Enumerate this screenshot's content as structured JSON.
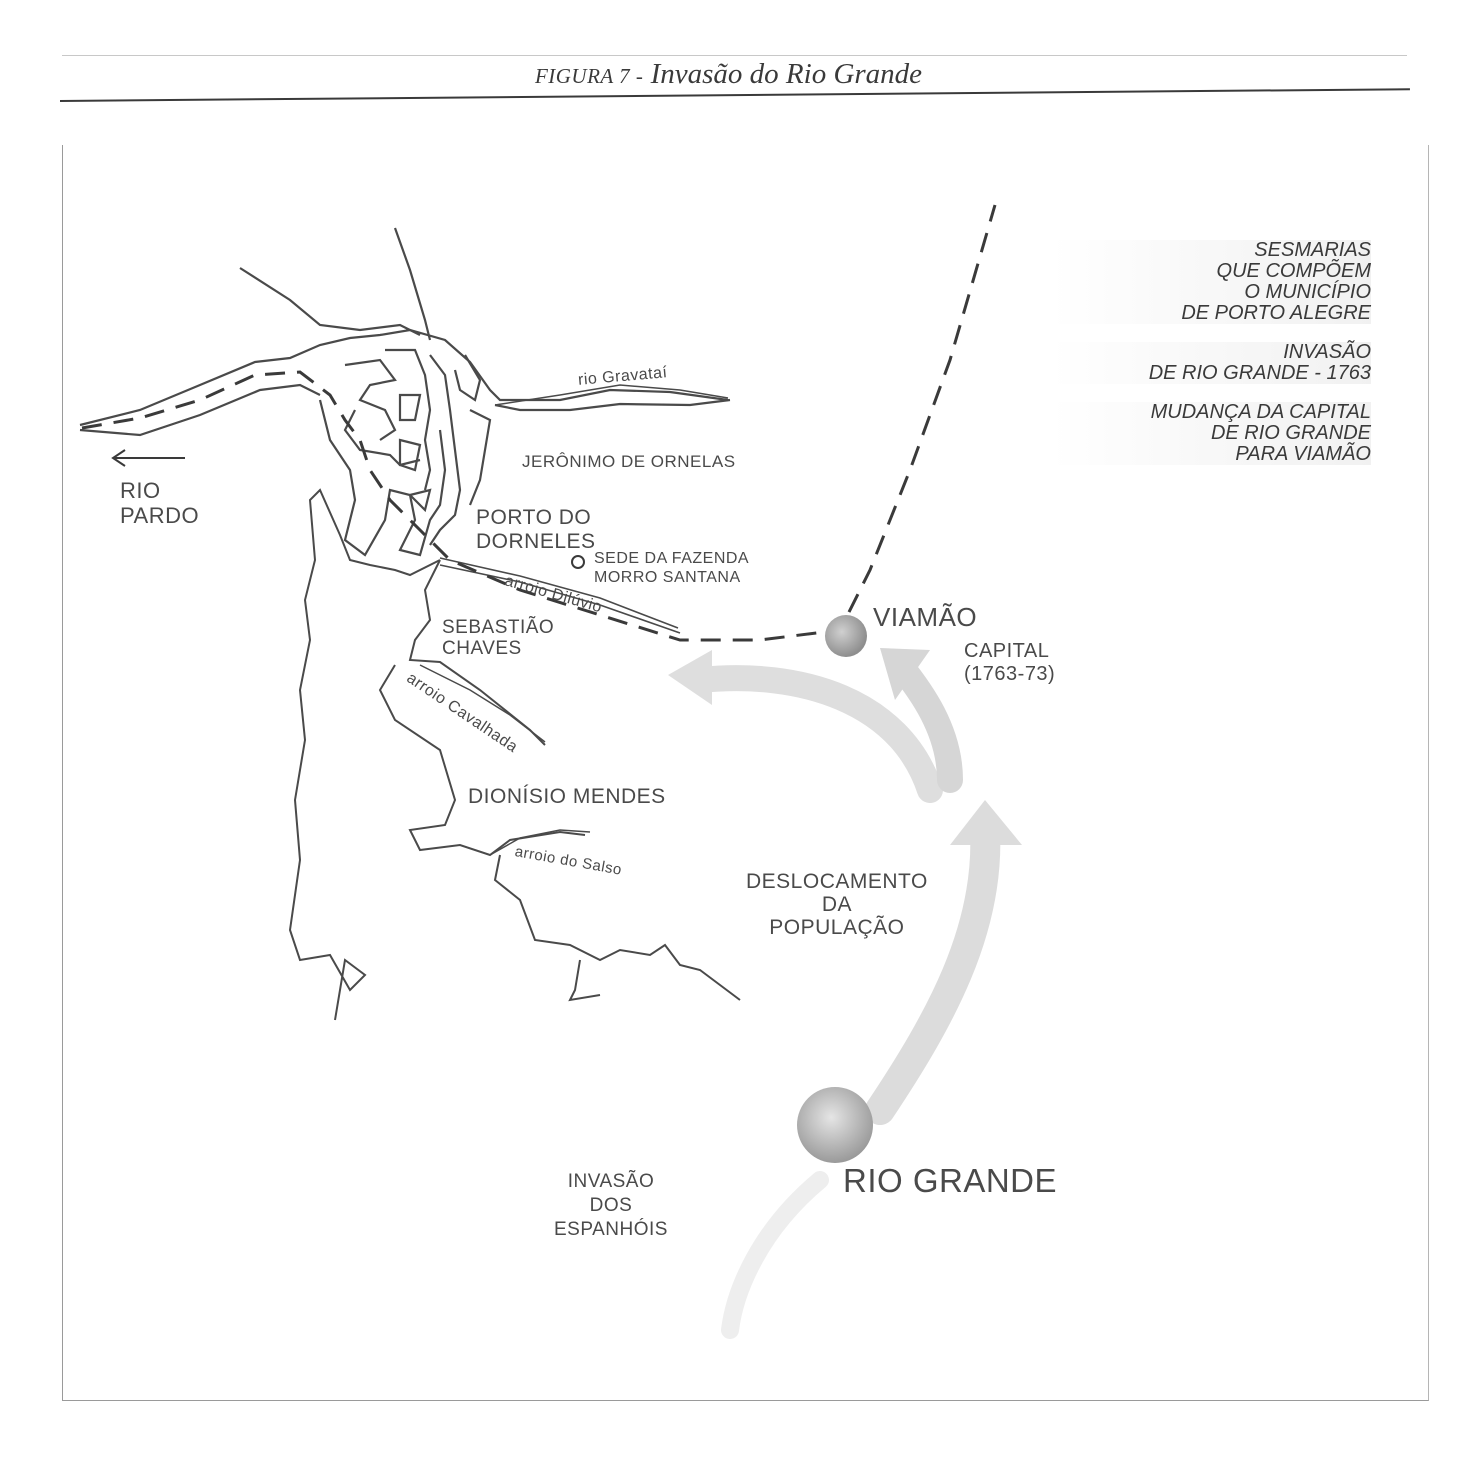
{
  "figure": {
    "number_label": "FIGURA 7 -",
    "title": "Invasão do Rio Grande"
  },
  "legend": [
    {
      "lines": [
        "SESMARIAS",
        "QUE COMPÕEM",
        "O MUNICÍPIO",
        "DE PORTO ALEGRE"
      ]
    },
    {
      "lines": [
        "INVASÃO",
        "DE RIO GRANDE - 1763"
      ]
    },
    {
      "lines": [
        "MUDANÇA DA CAPITAL",
        "DE RIO GRANDE",
        "PARA VIAMÃO"
      ]
    }
  ],
  "labels": {
    "rio_pardo": [
      "RIO",
      "PARDO"
    ],
    "rio_gravatai": "rio Gravataí",
    "jeronimo": "JERÔNIMO DE ORNELAS",
    "porto_dorneles": [
      "PORTO DO",
      "DORNELES"
    ],
    "sede_fazenda": [
      "SEDE DA FAZENDA",
      "MORRO SANTANA"
    ],
    "arroio_diluvio": "arroio Dilúvio",
    "sebastiao": [
      "SEBASTIÃO",
      "CHAVES"
    ],
    "arroio_cavalhada": "arroio Cavalhada",
    "dionisio": "DIONÍSIO MENDES",
    "arroio_salso": "arroio do Salso",
    "viamao": "VIAMÃO",
    "capital": [
      "CAPITAL",
      "(1763-73)"
    ],
    "deslocamento": [
      "DESLOCAMENTO",
      "DA",
      "POPULAÇÃO"
    ],
    "rio_grande": "RIO GRANDE",
    "invasao": [
      "INVASÃO",
      "DOS",
      "ESPANHÓIS"
    ]
  },
  "colors": {
    "ink": "#3c3c3c",
    "arrow_gray": "#d9d9d9",
    "city_dot": "#a8a8a8"
  }
}
